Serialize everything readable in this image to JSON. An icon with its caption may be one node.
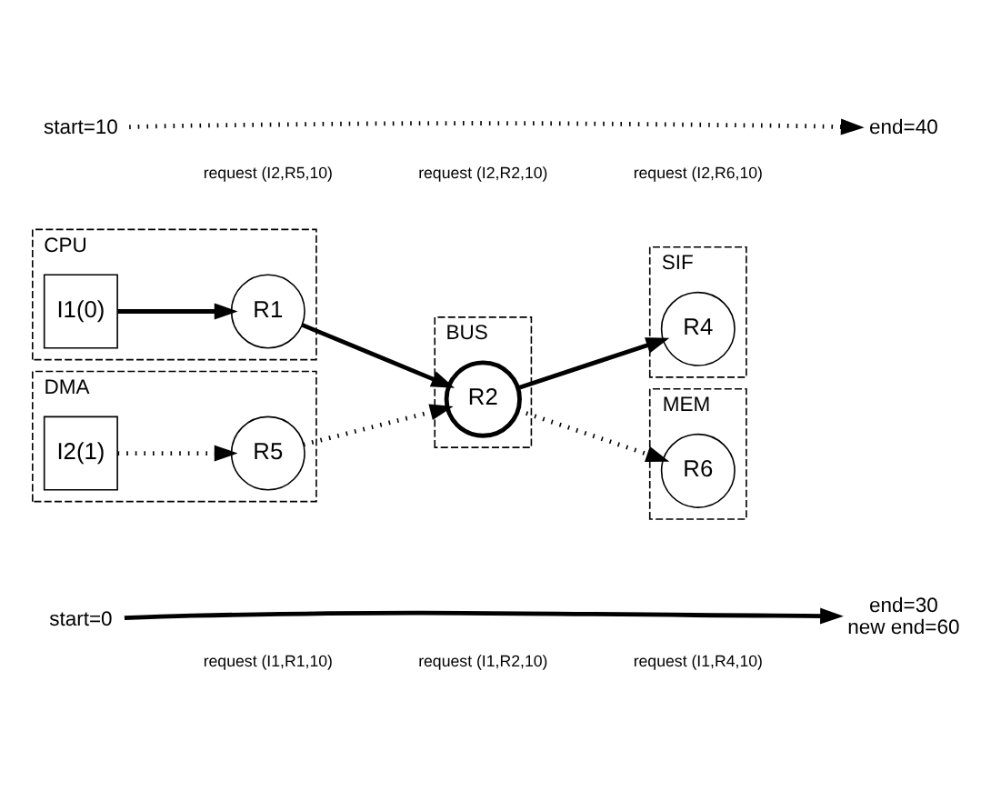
{
  "diagram": {
    "nodes": [
      {
        "text": [
          "start=0"
        ]
      },
      {
        "text": [
          "end=30",
          "new end=60"
        ]
      },
      {
        "text": [
          "CPU"
        ]
      },
      {
        "text": [
          "I1(0)"
        ],
        "in": 2
      },
      {
        "text": [
          "R1"
        ],
        "in": 2
      },
      {
        "text": [
          "BUS"
        ]
      },
      {
        "text": [
          "R2"
        ],
        "in": 5
      },
      {
        "text": [
          "SIF"
        ]
      },
      {
        "text": [
          "R4"
        ],
        "in": 7
      },
      {
        "text": [
          "DMA"
        ]
      },
      {
        "text": [
          "I2(1)"
        ],
        "in": 9
      },
      {
        "text": [
          "R5"
        ],
        "in": 9
      },
      {
        "text": [
          "MEM"
        ]
      },
      {
        "text": [
          "R6"
        ],
        "in": 12
      },
      {
        "text": [
          "start=10"
        ]
      },
      {
        "text": [
          "end=40"
        ]
      }
    ],
    "edges": [
      {
        "from": 0,
        "to": 1,
        "arrow": "to"
      },
      {
        "from": 3,
        "to": 4,
        "arrow": "to"
      },
      {
        "from": 4,
        "to": 6,
        "arrow": "to"
      },
      {
        "from": 6,
        "to": 8,
        "arrow": "to"
      },
      {
        "from": 10,
        "to": 11,
        "arrow": "to",
        "style": "dashed"
      },
      {
        "from": 11,
        "to": 6,
        "arrow": "to",
        "style": "dashed"
      },
      {
        "from": 6,
        "to": 13,
        "arrow": "to",
        "style": "dashed"
      },
      {
        "from": 14,
        "to": 15,
        "arrow": "to",
        "style": "dashed"
      }
    ],
    "labels": [
      "request (I1,R1,10)",
      "request (I1,R2,10)",
      "request (I1,R4,10)",
      "request (I2,R5,10)",
      "request (I2,R2,10)",
      "request (I2,R6,10)"
    ]
  }
}
